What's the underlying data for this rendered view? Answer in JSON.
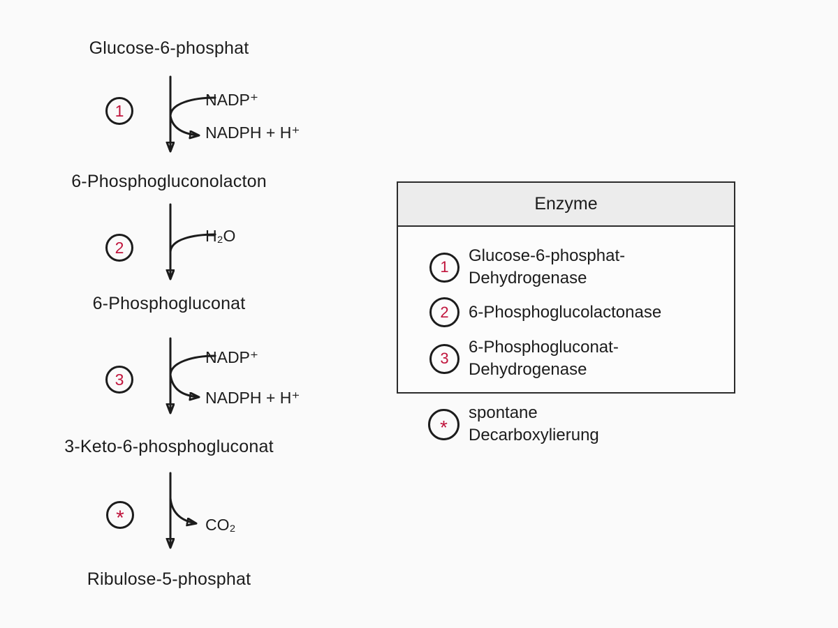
{
  "palette": {
    "background": "#fafafa",
    "text": "#1c1c1c",
    "accent_red": "#c0143c",
    "stroke": "#1c1c1c",
    "legend_header_bg": "#ececec",
    "legend_body_bg": "#fcfcfc",
    "legend_border": "#2b2b2b"
  },
  "pathway": {
    "metabolites": [
      "Glucose-6-phosphat",
      "6-Phosphogluconolacton",
      "6-Phosphogluconat",
      "3-Keto-6-phosphogluconat",
      "Ribulose-5-phosphat"
    ],
    "steps": [
      {
        "label": "1",
        "cofactor_in": "NADP⁺",
        "cofactor_out": "NADPH + H⁺"
      },
      {
        "label": "2",
        "cofactor_in": "H₂O"
      },
      {
        "label": "3",
        "cofactor_in": "NADP⁺",
        "cofactor_out": "NADPH + H⁺"
      },
      {
        "label": "*",
        "cofactor_out": "CO₂"
      }
    ]
  },
  "legend": {
    "title": "Enzyme",
    "items": [
      {
        "marker": "1",
        "line1": "Glucose-6-phosphat-",
        "line2": "Dehydrogenase"
      },
      {
        "marker": "2",
        "line1": "6-Phosphoglucolactonase"
      },
      {
        "marker": "3",
        "line1": "6-Phosphogluconat-",
        "line2": "Dehydrogenase"
      }
    ],
    "footnote": {
      "marker": "*",
      "line1": "spontane",
      "line2": "Decarboxylierung"
    }
  }
}
